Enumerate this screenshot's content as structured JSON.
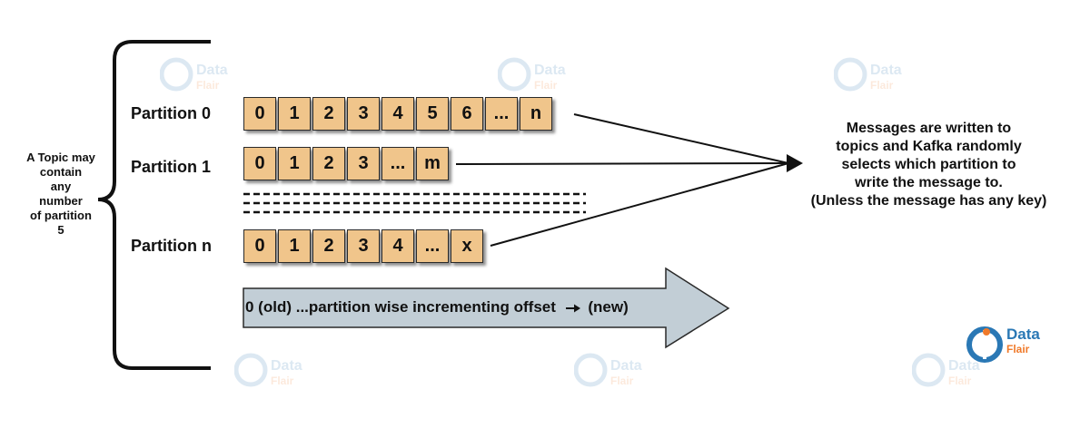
{
  "topic_note": [
    "A Topic may",
    "contain",
    "any",
    "number",
    "of partition",
    "5"
  ],
  "partitions": [
    {
      "label": "Partition 0",
      "cells": [
        "0",
        "1",
        "2",
        "3",
        "4",
        "5",
        "6",
        "...",
        "n"
      ]
    },
    {
      "label": "Partition 1",
      "cells": [
        "0",
        "1",
        "2",
        "3",
        "...",
        "m"
      ]
    },
    {
      "label": "Partition n",
      "cells": [
        "0",
        "1",
        "2",
        "3",
        "4",
        "...",
        "x"
      ]
    }
  ],
  "messages_note": [
    "Messages are written to",
    "topics and Kafka randomly",
    "selects which partition to",
    "write the message to.",
    "(Unless the message has any key)"
  ],
  "offset_label_before": "0 (old) ...partition wise incrementing offset",
  "offset_label_after": "(new)",
  "brand": {
    "word1": "Data",
    "word2": "Flair"
  },
  "colors": {
    "cell_fill": "#f0c58b",
    "arrow_fill": "#c2ced6",
    "brand_blue": "#2a78b5",
    "brand_orange": "#f07a2a"
  }
}
